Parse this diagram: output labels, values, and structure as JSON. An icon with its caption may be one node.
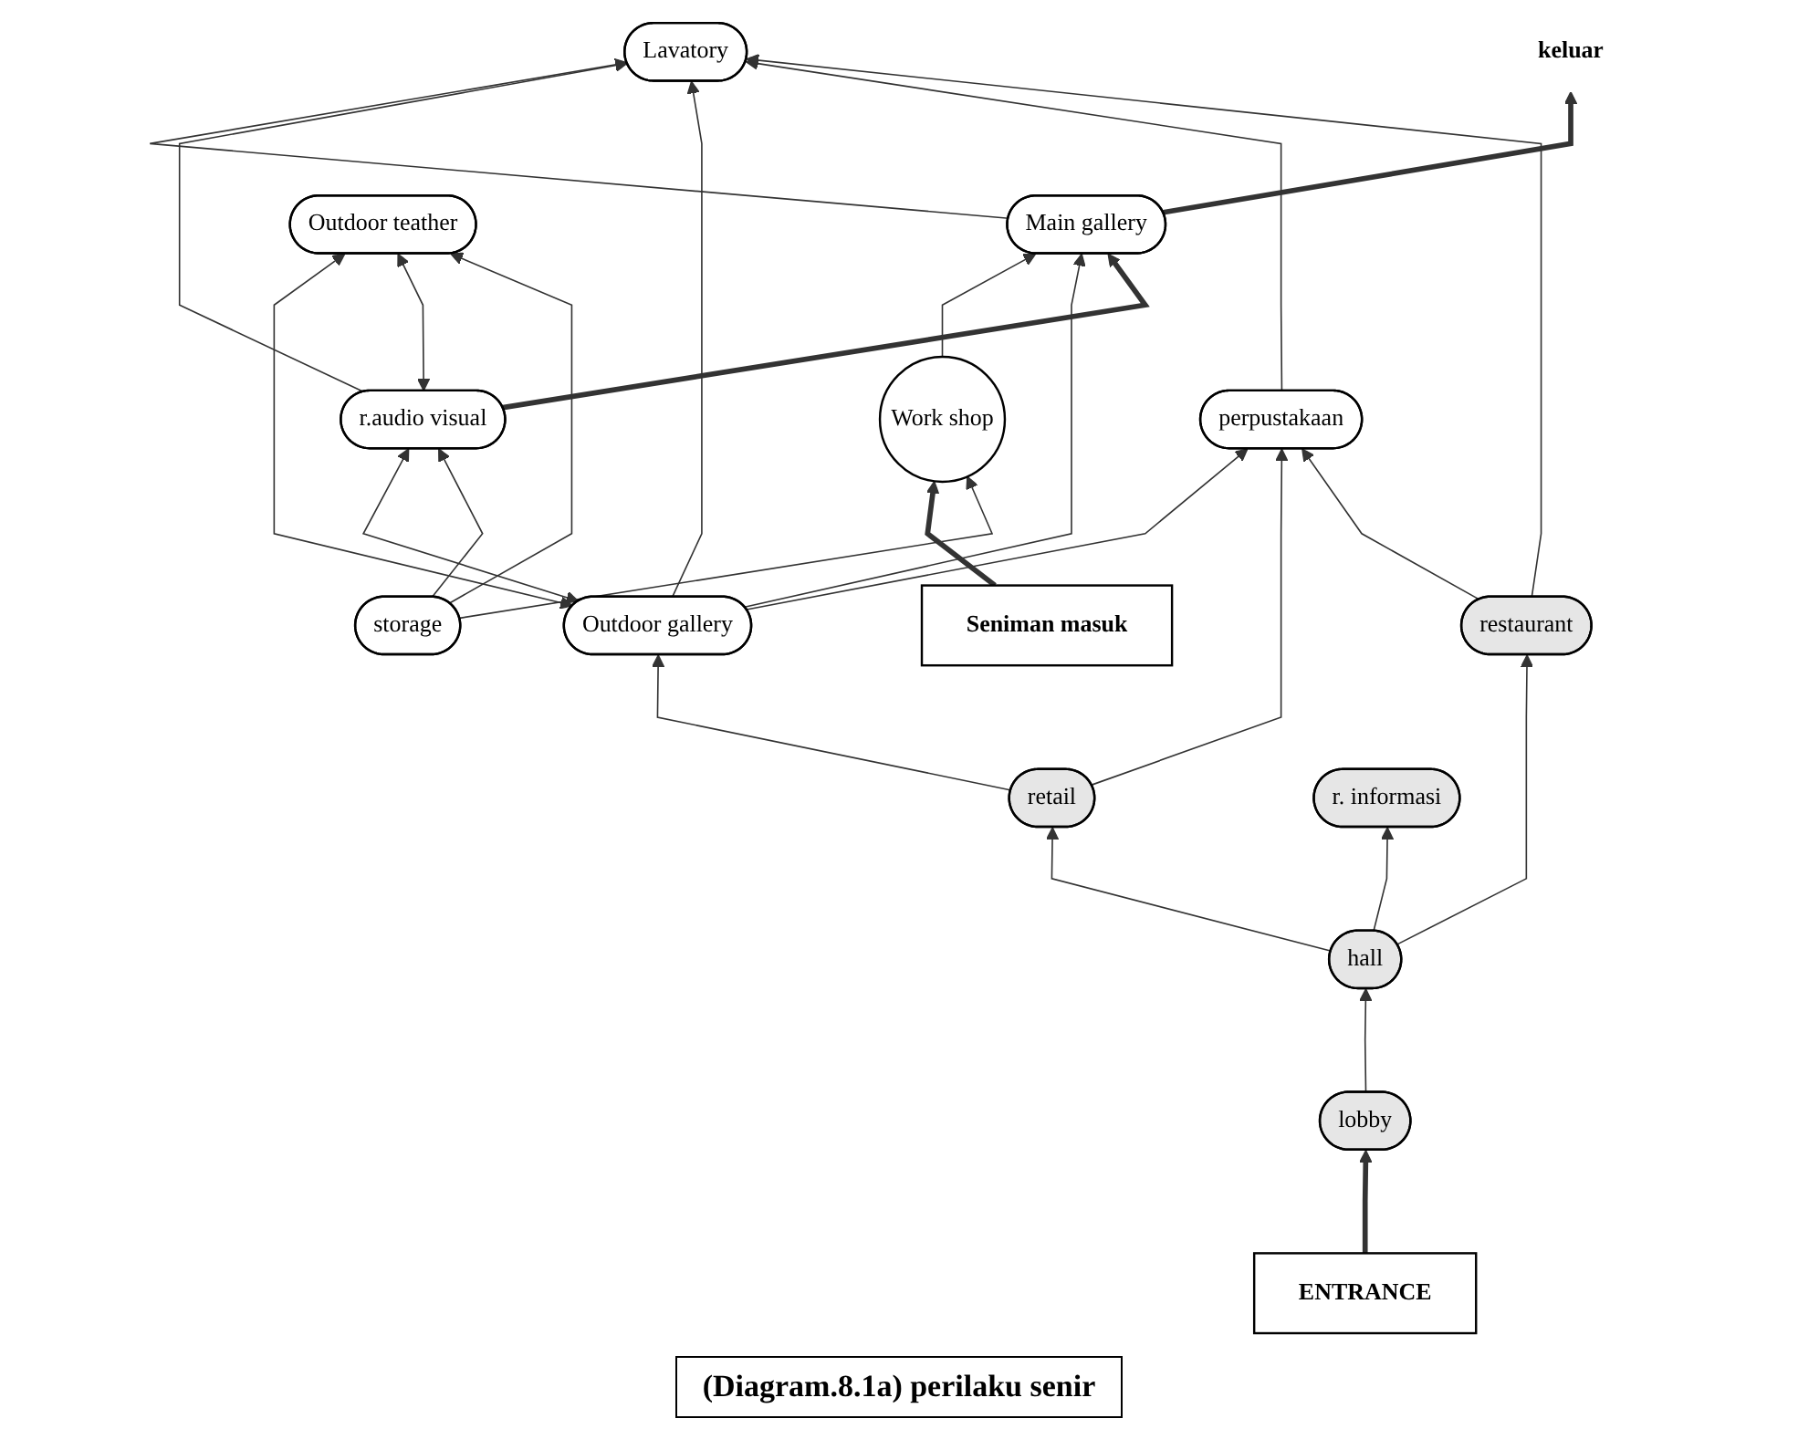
{
  "diagram": {
    "caption": "(Diagram.8.1a) perilaku senir",
    "nodes": [
      {
        "text": [
          "keluar"
        ]
      },
      {
        "text": [
          "Main gallery"
        ]
      },
      {
        "text": [
          "Work shop"
        ]
      },
      {
        "text": [
          "Lavatory"
        ]
      },
      {
        "text": [
          "Outdoor gallery"
        ]
      },
      {
        "text": [
          "r.audio visual"
        ]
      },
      {
        "text": [
          "Seniman masuk"
        ]
      },
      {
        "text": [
          "perpustakaan"
        ]
      },
      {
        "text": [
          "storage"
        ]
      },
      {
        "text": [
          "Outdoor teather"
        ]
      },
      {
        "text": [
          "retail"
        ]
      },
      {
        "text": [
          "restaurant"
        ]
      },
      {
        "text": [
          "hall"
        ]
      },
      {
        "text": [
          "r. informasi"
        ]
      },
      {
        "text": [
          "lobby"
        ]
      },
      {
        "text": [
          "ENTRANCE"
        ]
      }
    ],
    "edges": [
      {
        "from": 1,
        "to": 0,
        "arrow": "to",
        "style": "thick"
      },
      {
        "from": 2,
        "to": 1,
        "arrow": "to"
      },
      {
        "from": 6,
        "to": 2,
        "arrow": "to",
        "style": "thick"
      },
      {
        "from": 1,
        "to": 3,
        "arrow": "to"
      },
      {
        "from": 4,
        "to": 1,
        "arrow": "to"
      },
      {
        "from": 5,
        "to": 1,
        "arrow": "to",
        "style": "thick"
      },
      {
        "from": 5,
        "to": 3,
        "arrow": "to"
      },
      {
        "from": 4,
        "to": 3,
        "arrow": "to"
      },
      {
        "from": 4,
        "to": 5,
        "arrow": "both"
      },
      {
        "from": 4,
        "to": 7,
        "arrow": "to"
      },
      {
        "from": 4,
        "to": 9,
        "arrow": "both"
      },
      {
        "from": 5,
        "to": 9,
        "arrow": "both"
      },
      {
        "from": 8,
        "to": 5,
        "arrow": "to"
      },
      {
        "from": 8,
        "to": 2,
        "arrow": "to"
      },
      {
        "from": 8,
        "to": 9,
        "arrow": "to"
      },
      {
        "from": 7,
        "to": 3,
        "arrow": "to"
      },
      {
        "from": 10,
        "to": 4,
        "arrow": "to"
      },
      {
        "from": 10,
        "to": 7,
        "arrow": "to"
      },
      {
        "from": 11,
        "to": 3,
        "arrow": "to"
      },
      {
        "from": 11,
        "to": 7,
        "arrow": "to"
      },
      {
        "from": 12,
        "to": 11,
        "arrow": "to"
      },
      {
        "from": 12,
        "to": 10,
        "arrow": "to"
      },
      {
        "from": 12,
        "to": 13,
        "arrow": "to"
      },
      {
        "from": 14,
        "to": 12,
        "arrow": "to"
      },
      {
        "from": 15,
        "to": 14,
        "arrow": "to",
        "style": "thick"
      }
    ]
  }
}
